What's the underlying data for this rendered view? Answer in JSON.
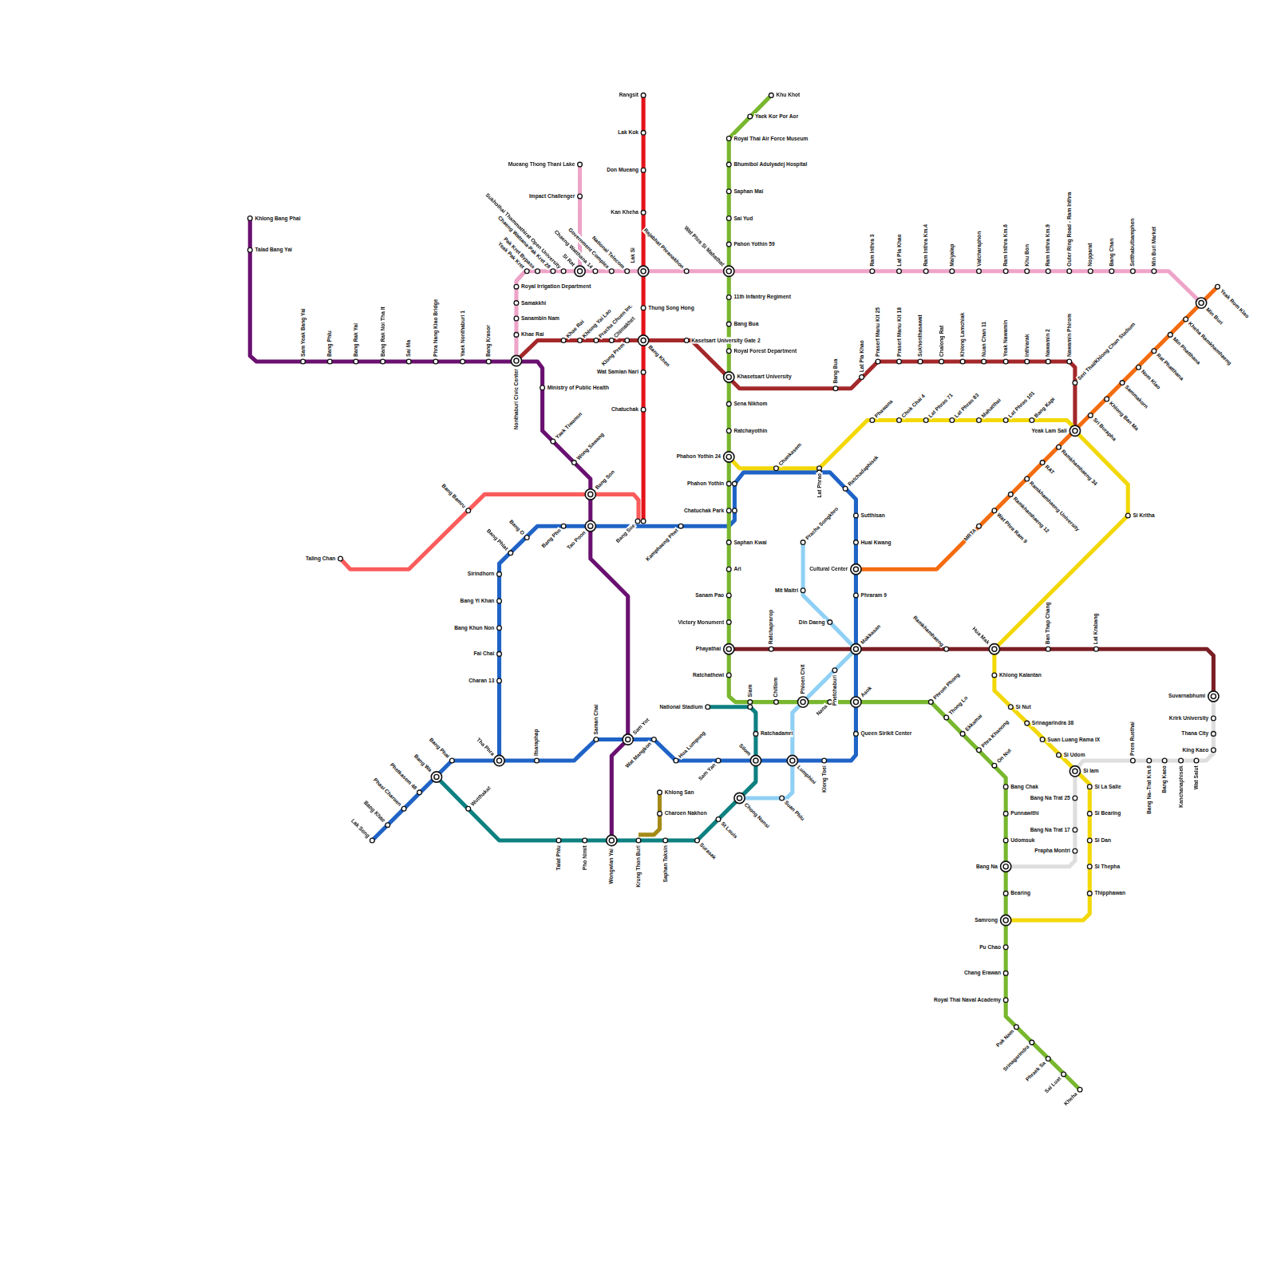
{
  "diagram": {
    "labels": [
      "Rangsit",
      "Lak Kok",
      "Don Mueang",
      "Kan Kheha",
      "Lak Si",
      "Thung Song Hong",
      "Bang Khen",
      "Wat Samian Nari",
      "Chatuchak",
      "Bang Sue",
      "Taling Chan",
      "Bang Bamru",
      "Bang Son",
      "Yeak Pak Kret",
      "Pak Kret Bypass",
      "Chaeng Wattana-Pak Kret 28",
      "Sukhothai Thammathirat Open University",
      "Si Rat",
      "Chaeng Watthana 14",
      "Government Complex",
      "National Telecom",
      "Rajabhat Phranakhon",
      "Wat Phra Si Mahathat",
      "Ram Inthra 3",
      "Lat Pla Khao",
      "Ram Inthra Km.4",
      "Maiyalap",
      "Vatcharaphon",
      "Ram Inthra Km.6",
      "Khu Bon",
      "Ram Inthra Km.9",
      "Outer Ring Road - Ram Inthra",
      "Nopparat",
      "Bang Chan",
      "Setthabutbamphen",
      "Min Buri Market",
      "Min Buri",
      "Yeak Rom Klao",
      "Mueang Thong Thani Lake",
      "Impact Challenger",
      "Royal Irrigation Department",
      "Samakkhi",
      "Sanambin Nam",
      "Khae Rai",
      "Nonthaburi Civic Center",
      "Khlong Bang Phai",
      "Talad Bang Yai",
      "Sam Yeak Bang Yai",
      "Bang Phlu",
      "Bang Rak Yai",
      "Bang Rak Noi Tha It",
      "Sai Ma",
      "Phra Nang Klao Bridge",
      "Yaek Nonthaburi 1",
      "Bang Krasor",
      "Ministry of Public Health",
      "Yaek Tiwanon",
      "Wong Sawang",
      "Tao Poon",
      "Sam Yot",
      "Wongwian Yai",
      "Khae Rai",
      "Khlong Yai Lao",
      "Pracha Chuen Int.",
      "Chimakhet",
      "Klong Prem",
      "Kasetsart University Gate 2",
      "Khasetsart University",
      "Bang Bua",
      "Lat Pla Khao",
      "Prasert Manu Kit 25",
      "Prasert Manu Kit 18",
      "Sukhonthasawat",
      "Chalong Rat",
      "Khlong Lamchiak",
      "Nuan Chan 11",
      "Yeak Nawamin",
      "Inthrarak",
      "Nawamin 2",
      "Nawamin Phirom",
      "Seri Thai/Khlong Chan Stadium",
      "Yeak Lam Sali",
      "Khu Khot",
      "Yaek Kor Por Aor",
      "Royal Thai Air Force Museum",
      "Bhumibol Adulyadej Hospital",
      "Saphan Mai",
      "Sai Yud",
      "Pahon Yothin 59",
      "11th Infantry Regiment",
      "Bang Bua",
      "Royal Forest Department",
      "Sena Nikhom",
      "Ratchayothin",
      "Phahon Yothin 24",
      "Phahon Yothin",
      "Chatuchak Park",
      "Saphan Kwai",
      "Ari",
      "Sanam Pao",
      "Victory Monument",
      "Phayathai",
      "Ratchathewi",
      "Siam",
      "Chitlom",
      "Phloen Chit",
      "Nana",
      "Asok",
      "Phrom Phong",
      "Thong Lo",
      "Ekkamai",
      "Phra Khanong",
      "On Nut",
      "Bang Chak",
      "Punnawithi",
      "Udomsuk",
      "Bang Na",
      "Bearing",
      "Samrong",
      "Pu Chao",
      "Chang Erawan",
      "Royal Thai Naval Academy",
      "Pak Nam",
      "Srinagarindra",
      "Phraek Sa",
      "Sai Luat",
      "Kheha",
      "National Stadium",
      "Ratchadamri",
      "Silom",
      "Chong Nonsi",
      "St Louis",
      "Surasak",
      "Saphan Taksin",
      "Krung Thon Buri",
      "Pho Nimit",
      "Talat Phlu",
      "Wutthakat",
      "Bang Wa",
      "Khlong San",
      "Charoen Nakhon",
      "Pracha Songkhro",
      "Mit Maitri",
      "Din Daeng",
      "Phetchaburi",
      "Lumphini",
      "Suan Phlu",
      "Charan 13",
      "Fai Chai",
      "Bang Khun Non",
      "Bang Yi Khan",
      "Sirindhorn",
      "Bang Phlat",
      "Bang O",
      "Bang Pho",
      "Kamphaeng Phet",
      "Lat Phrao",
      "Ratchadaphisek",
      "Sutthisan",
      "Huai Kwang",
      "Cultural Center",
      "Phraram 9",
      "Makkasan",
      "Queen Sirikit Center",
      "Klong Toei",
      "Sam Yan",
      "Hua Lumpong",
      "Wat Mangkon",
      "Saman Chai",
      "Itsaraphap",
      "Tha Phra",
      "Bang Phai",
      "Phetkasem 48",
      "Phasi Charoen",
      "Bang Khae",
      "Lak Song",
      "MRTA",
      "Wat Phra Ram 9",
      "Ramkhamhaeng 12",
      "Ramkhamhaeng University",
      "RAT",
      "Ramkhamhaeng 34",
      "Sri Burapha",
      "Khlong Ban Ma",
      "Sammakorn",
      "Nom Klao",
      "Rat Phatthana",
      "Min Phatthana",
      "Kheha Ramkhamhaeng",
      "Ratchaprarop",
      "Ramkhamhaeng",
      "Hua Mak",
      "Ban Thap Chang",
      "Lat Krabang",
      "Suvarnabhumi",
      "Krirk University",
      "Thana City",
      "King Kaeo",
      "Wat Salut",
      "Kanchanaphisek",
      "Bang Kaeo",
      "Bang Na–Trat Km.6",
      "Prem Ruethai",
      "Bang Na Trat 25",
      "Bang Na Trat 17",
      "Prapha Montri",
      "Chankasem",
      "Phawana",
      "Chok Chai 4",
      "Lat Phrao 71",
      "Lat Phrao 83",
      "Mahatthai",
      "Lat Phrao 101",
      "Bang Kapi",
      "Si Kritha",
      "Khlong Kalantan",
      "Si Nut",
      "Srinagarindra 38",
      "Suan Luang Rama IX",
      "Si Udom",
      "Si Iam",
      "Si La Salle",
      "Si Bearing",
      "Si Dan",
      "Si Thepha",
      "Thipphawan"
    ]
  }
}
